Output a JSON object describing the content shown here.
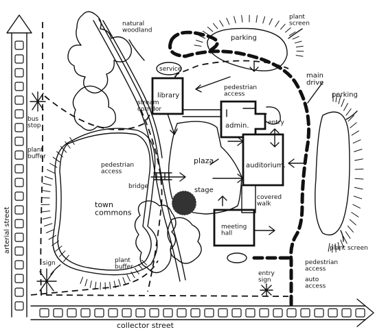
{
  "labels": {
    "plant_screen_top": "plant\nscreen",
    "parking_top": "parking",
    "natural_woodland": "natural\nwoodland",
    "service": "service",
    "library": "library",
    "pedestrian_access_top": "pedestrian\naccess",
    "main_drive": "main\ndrive",
    "parking_right": "parking",
    "admin": "admin.",
    "entry_building": "entry",
    "stream_corridor": "stream\ncorridor",
    "plaza": "plaza",
    "auditorium": "auditorium.",
    "bus_stop": "bus\nstop",
    "plant_buffer_left": "plant\nbuffer",
    "pedestrian_access_left": "pedestrian\naccess",
    "bridge": "bridge",
    "stage": "stage",
    "covered_walk": "covered\nwalk",
    "town_commons": "town\ncommons",
    "meeting_hall": "meeting\nhall",
    "plant_screen_right": "plant screen",
    "plant_buffer_bottom": "plant\nbuffer",
    "arterial_street": "arterial street",
    "sign": "sign",
    "entry_sign": "entry\nsign",
    "pedestrian_access_right": "pedestrian\naccess",
    "auto_access": "auto\naccess",
    "collector_street": "collector street"
  }
}
